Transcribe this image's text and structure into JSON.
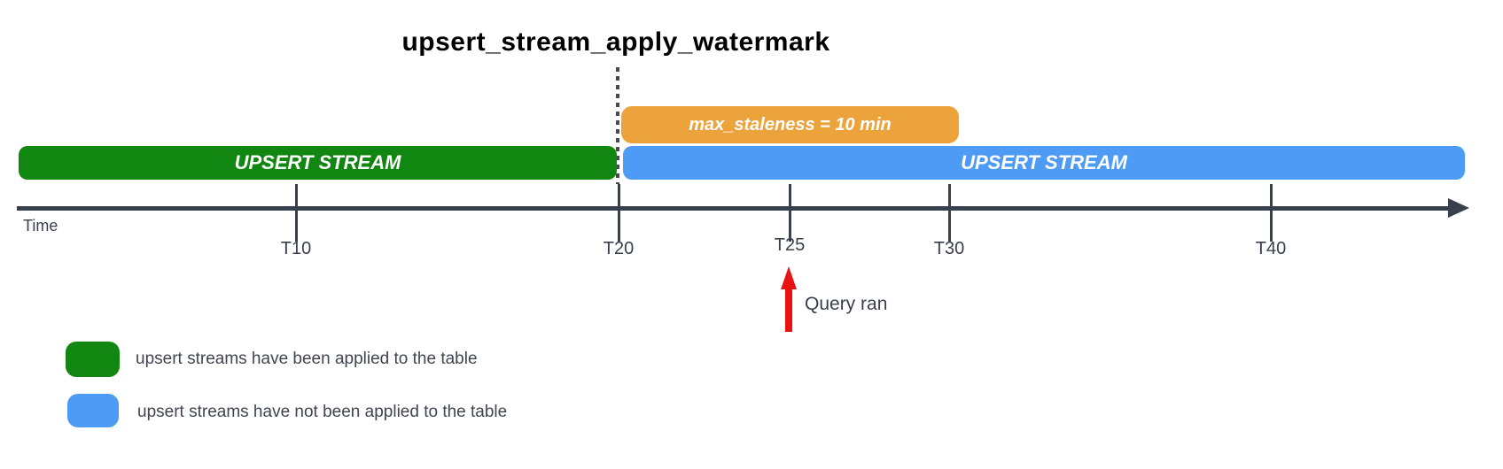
{
  "title": "upsert_stream_apply_watermark",
  "diagram": {
    "bars": {
      "applied_stream": {
        "label": "UPSERT STREAM",
        "color": "#118712"
      },
      "unapplied_stream": {
        "label": "UPSERT STREAM",
        "color": "#4D9BF4"
      },
      "staleness_window": {
        "label": "max_staleness = 10 min",
        "color": "#EDA33B"
      }
    },
    "timeline": {
      "axis_label": "Time",
      "axis_color": "#39404D",
      "ticks": [
        {
          "label": "T10"
        },
        {
          "label": "T20"
        },
        {
          "label": "T25"
        },
        {
          "label": "T30"
        },
        {
          "label": "T40"
        }
      ]
    },
    "annotation": {
      "label": "Query ran",
      "arrow_color": "#E81212"
    },
    "legend": [
      {
        "swatch_color": "#118712",
        "label": "upsert streams have been applied to the table"
      },
      {
        "swatch_color": "#4D9BF4",
        "label": "upsert streams have not been applied to the table"
      }
    ]
  }
}
